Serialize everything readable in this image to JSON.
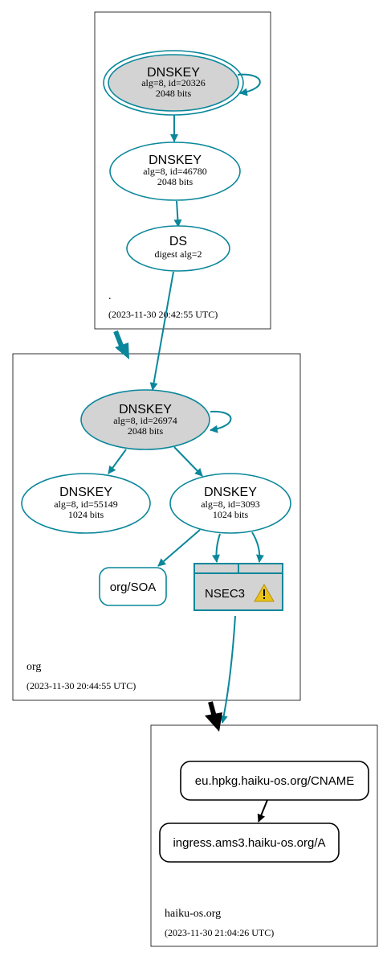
{
  "colors": {
    "teal": "#0a879a",
    "node_fill_ksk": "#d3d3d3",
    "black": "#000000",
    "warning": "#e8c21a"
  },
  "zones": {
    "root": {
      "name": ".",
      "timestamp": "(2023-11-30 20:42:55 UTC)"
    },
    "org": {
      "name": "org",
      "timestamp": "(2023-11-30 20:44:55 UTC)"
    },
    "haiku": {
      "name": "haiku-os.org",
      "timestamp": "(2023-11-30 21:04:26 UTC)"
    }
  },
  "nodes": {
    "root_ksk": {
      "title": "DNSKEY",
      "line1": "alg=8, id=20326",
      "line2": "2048 bits"
    },
    "root_zsk": {
      "title": "DNSKEY",
      "line1": "alg=8, id=46780",
      "line2": "2048 bits"
    },
    "org_ds": {
      "title": "DS",
      "line1": "digest alg=2"
    },
    "org_ksk": {
      "title": "DNSKEY",
      "line1": "alg=8, id=26974",
      "line2": "2048 bits"
    },
    "org_zsk1": {
      "title": "DNSKEY",
      "line1": "alg=8, id=55149",
      "line2": "1024 bits"
    },
    "org_zsk2": {
      "title": "DNSKEY",
      "line1": "alg=8, id=3093",
      "line2": "1024 bits"
    },
    "org_soa": {
      "label": "org/SOA"
    },
    "nsec3": {
      "label": "NSEC3",
      "warning_icon": "warning-icon"
    },
    "cname": {
      "label": "eu.hpkg.haiku-os.org/CNAME"
    },
    "a_record": {
      "label": "ingress.ams3.haiku-os.org/A"
    }
  }
}
